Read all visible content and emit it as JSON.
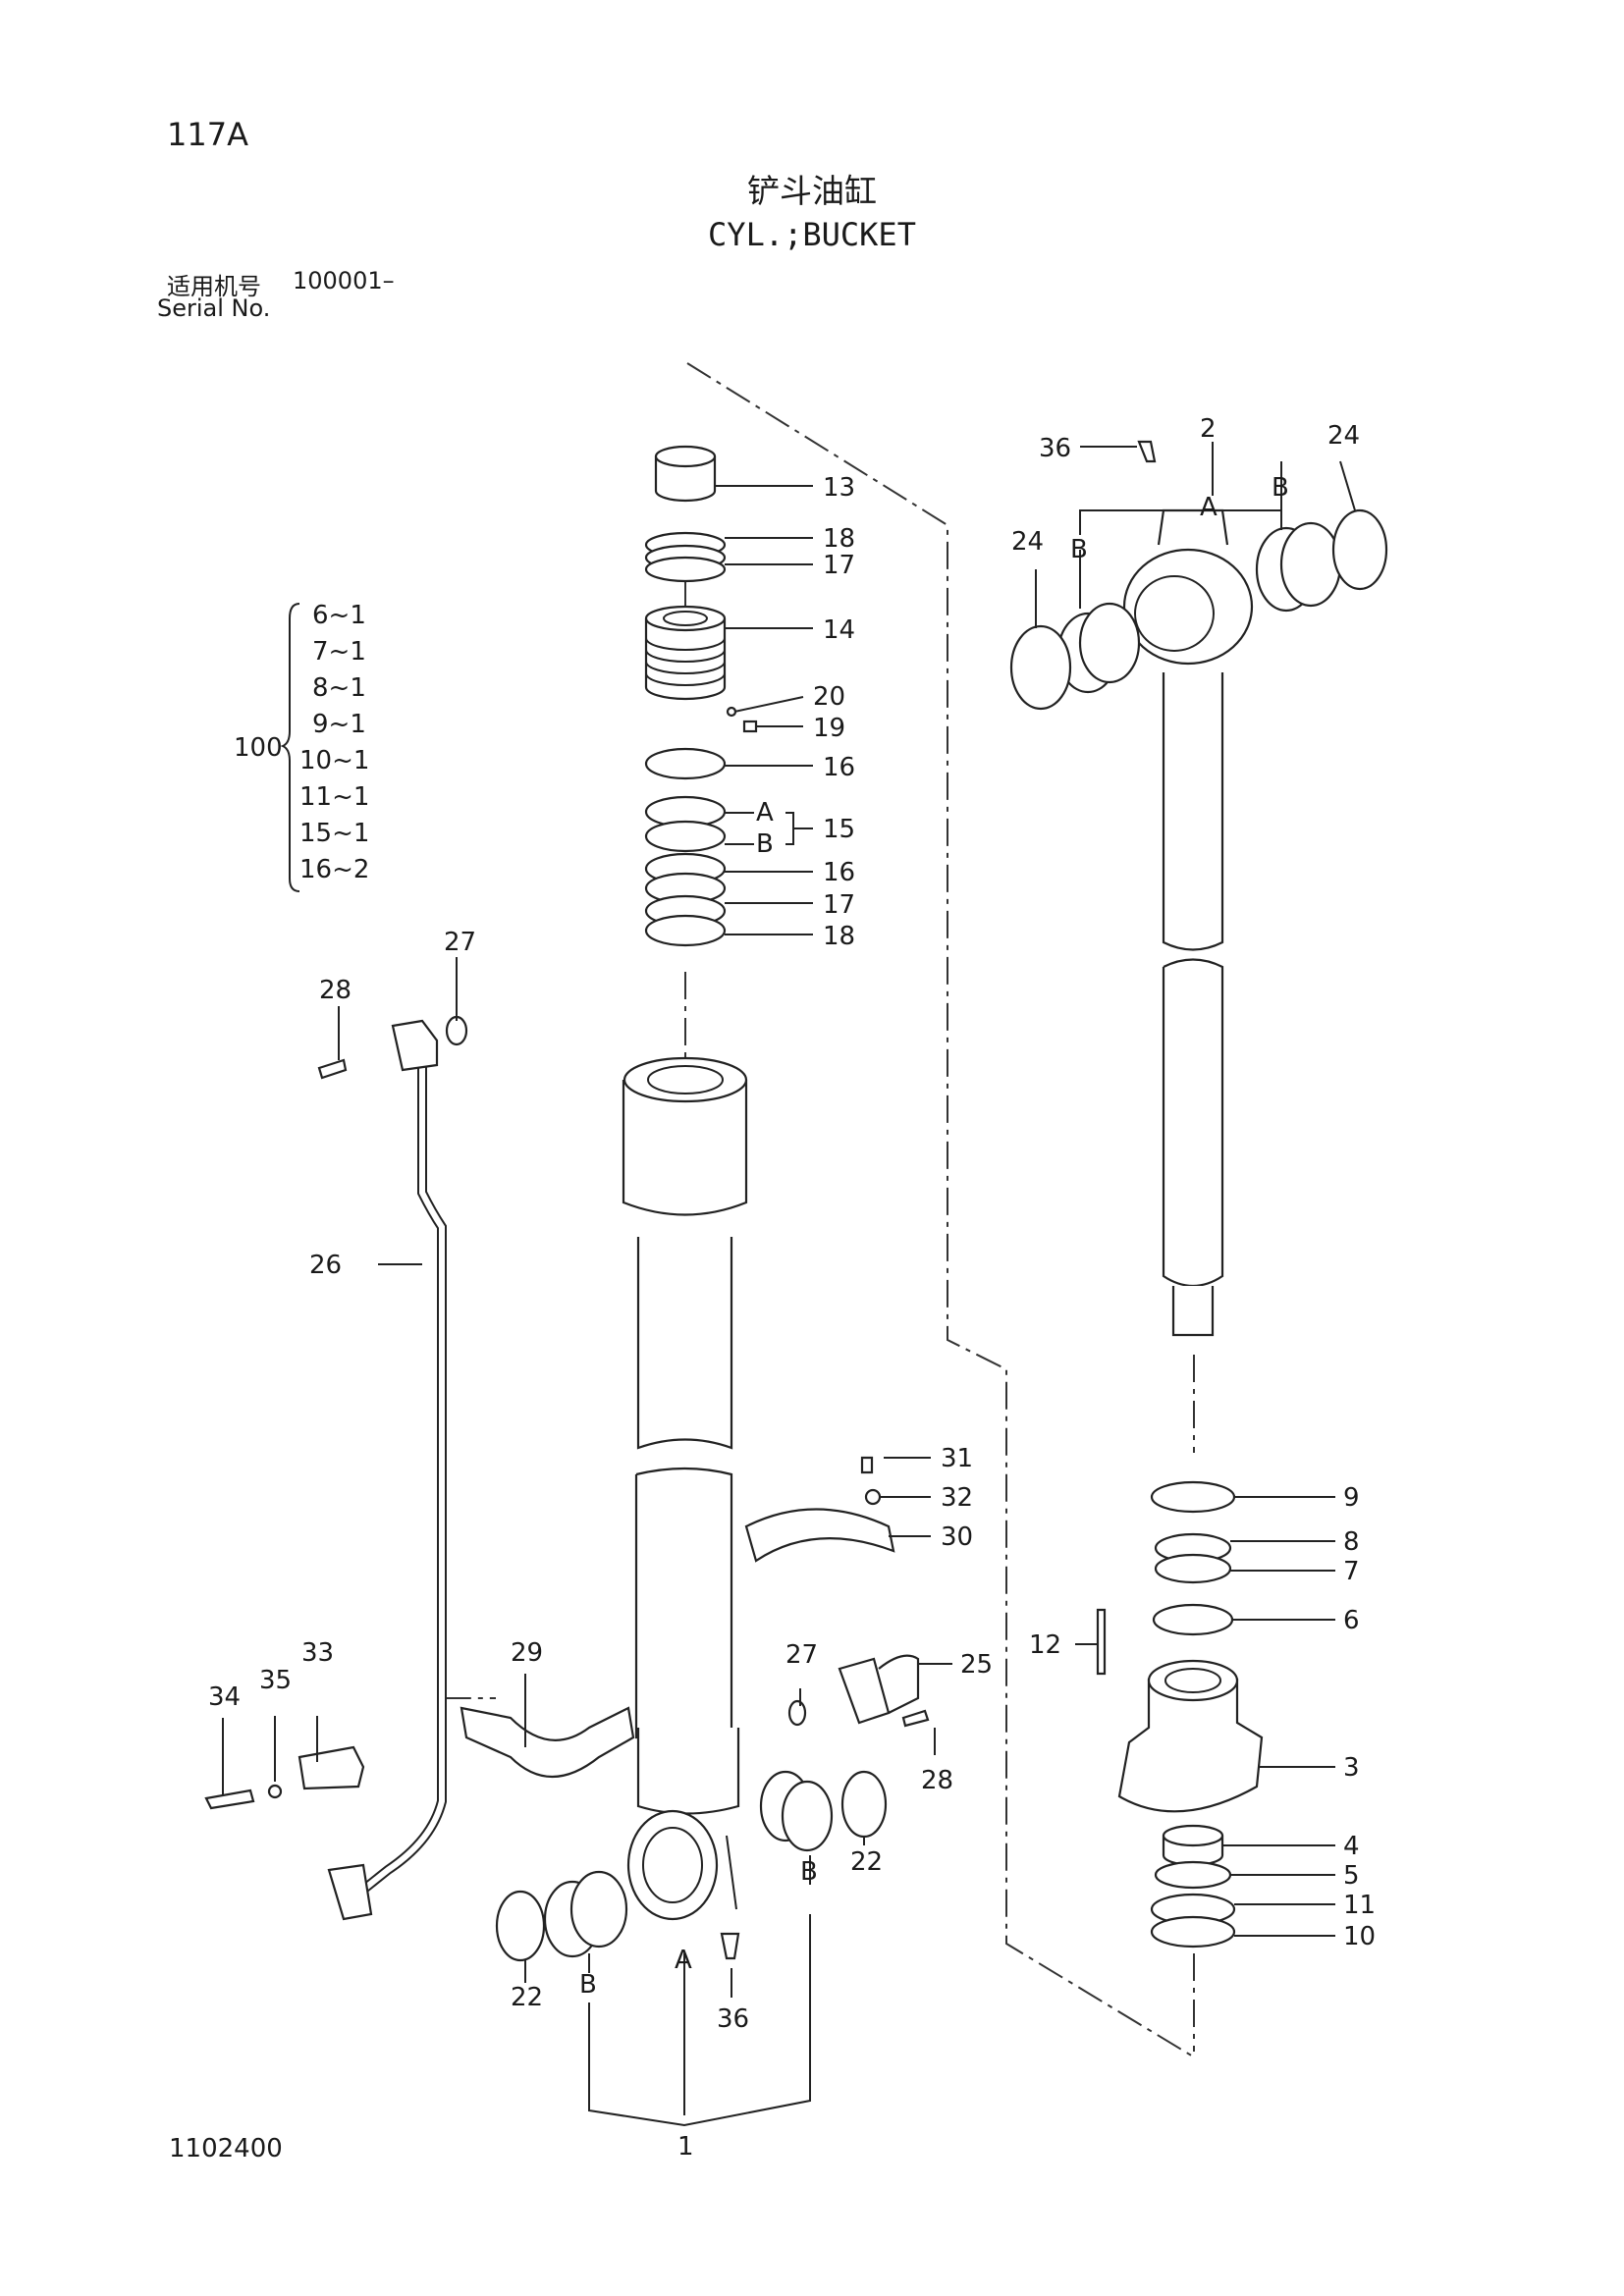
{
  "header": {
    "page_number": "117A",
    "title_cn": "铲斗油缸",
    "title_en": "CYL.;BUCKET",
    "serial_label_cn": "适用机号",
    "serial_range": "100001–",
    "serial_label_en": "Serial No."
  },
  "footer": {
    "doc_number": "1102400"
  },
  "kit": {
    "label": "100",
    "items": [
      "6~1",
      "7~1",
      "8~1",
      "9~1",
      "10~1",
      "11~1",
      "15~1",
      "16~2"
    ]
  },
  "callouts": {
    "c1": "1",
    "c2": "2",
    "c3": "3",
    "c4": "4",
    "c5": "5",
    "c6": "6",
    "c7": "7",
    "c8": "8",
    "c9": "9",
    "c10": "10",
    "c11": "11",
    "c12": "12",
    "c13": "13",
    "c14": "14",
    "c15": "15",
    "c16a": "16",
    "c16b": "16",
    "c17a": "17",
    "c17b": "17",
    "c18a": "18",
    "c18b": "18",
    "c19": "19",
    "c20": "20",
    "c22a": "22",
    "c22b": "22",
    "c24a": "24",
    "c24b": "24",
    "c25": "25",
    "c26": "26",
    "c27a": "27",
    "c27b": "27",
    "c28a": "28",
    "c28b": "28",
    "c29": "29",
    "c30": "30",
    "c31": "31",
    "c32": "32",
    "c33": "33",
    "c34": "34",
    "c35": "35",
    "c36a": "36",
    "c36b": "36"
  },
  "sublabels": {
    "rod_a": "A",
    "rod_b_left": "B",
    "rod_b_right": "B",
    "seal_a": "A",
    "seal_b": "B",
    "tube_a": "A",
    "tube_b_left": "B",
    "tube_b_right": "B"
  }
}
